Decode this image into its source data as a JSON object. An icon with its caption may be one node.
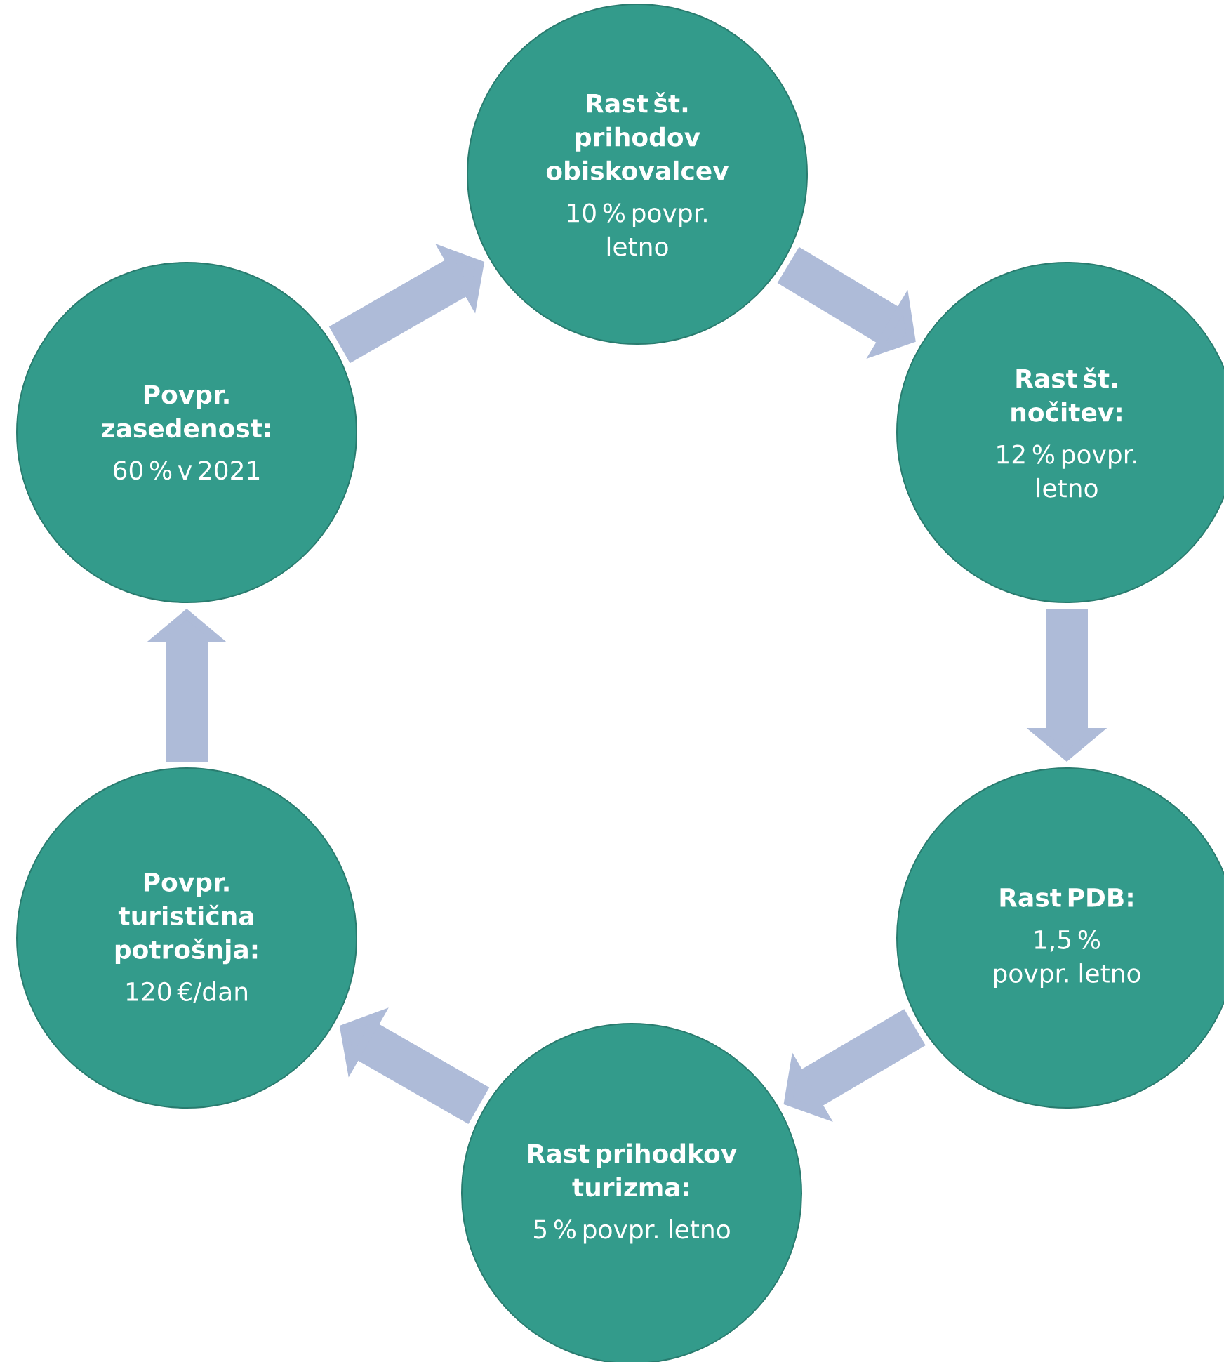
{
  "diagram": {
    "nodes": [
      {
        "text": [
          "Rast št. prihodov obiskovalcev",
          "10 % povpr. letno"
        ]
      },
      {
        "text": [
          "Rast št. nočitev:",
          "12 % povpr. letno"
        ]
      },
      {
        "text": [
          "Rast PDB:",
          "1,5 % povpr. letno"
        ]
      },
      {
        "text": [
          "Rast prihodkov turizma:",
          "5 % povpr. letno"
        ]
      },
      {
        "text": [
          "Povpr. turistična potrošnja:",
          "120 €/dan"
        ]
      },
      {
        "text": [
          "Povpr. zasedenost:",
          "60 % v 2021"
        ]
      }
    ],
    "edges": [
      {
        "from": 0,
        "to": 1,
        "arrow": "to"
      },
      {
        "from": 1,
        "to": 2,
        "arrow": "to"
      },
      {
        "from": 2,
        "to": 3,
        "arrow": "to"
      },
      {
        "from": 3,
        "to": 4,
        "arrow": "to"
      },
      {
        "from": 4,
        "to": 5,
        "arrow": "to"
      },
      {
        "from": 5,
        "to": 0,
        "arrow": "to"
      }
    ]
  }
}
